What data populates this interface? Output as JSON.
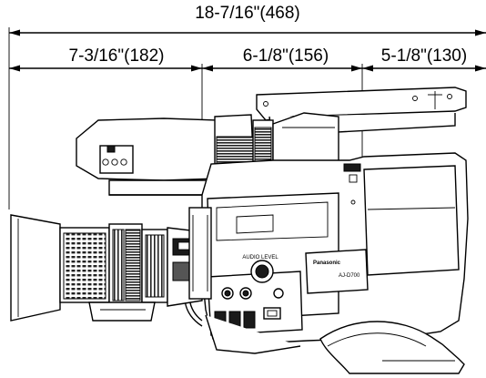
{
  "dimensions": {
    "overall_length": "18-7/16\"(468)",
    "front_section": "7-3/16\"(182)",
    "middle_section": "6-1/8\"(156)",
    "rear_section": "5-1/8\"(130)"
  },
  "labels": {
    "brand": "Panasonic",
    "dial_label": "AUDIO LEVEL",
    "model_badge": "AJ-D700"
  }
}
